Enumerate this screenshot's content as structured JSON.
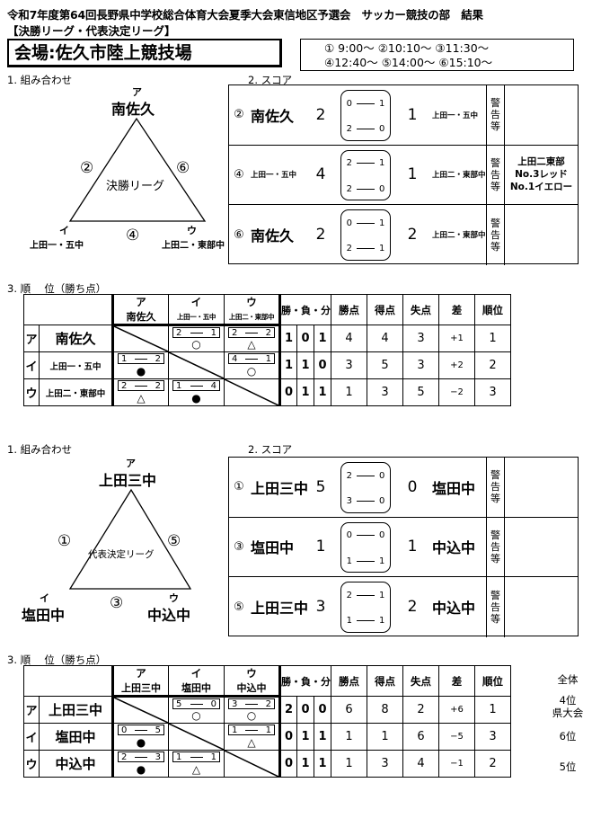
{
  "header": {
    "title": "令和7年度第64回長野県中学校総合体育大会夏季大会東信地区予選会　サッカー競技の部　結果",
    "subtitle": "【決勝リーグ・代表決定リーグ】",
    "venue": "会場:佐久市陸上競技場",
    "times_line1": "①  9:00～  ②10:10～  ③11:30～",
    "times_line2": "④12:40～  ⑤14:00～  ⑥15:10～"
  },
  "league1": {
    "sec_combo": "1. 組み合わせ",
    "sec_score": "2. スコア",
    "sec_rank": "3. 順　 位（勝ち点）",
    "triangle": {
      "label": "決勝リーグ",
      "top_kana": "ア",
      "top_name": "南佐久",
      "left_kana": "イ",
      "left_name": "上田一・五中",
      "right_kana": "ウ",
      "right_name": "上田二・東部中",
      "left_match": "②",
      "right_match": "⑥",
      "bottom_match": "④"
    },
    "matches": [
      {
        "no": "②",
        "home": "南佐久",
        "home_goals": "2",
        "h1": [
          "0",
          "1"
        ],
        "h2": [
          "2",
          "0"
        ],
        "away_goals": "1",
        "away": "上田一・五中",
        "warn": [
          "警",
          "告",
          "等"
        ],
        "note": []
      },
      {
        "no": "④",
        "home": "上田一・五中",
        "home_goals": "4",
        "h1": [
          "2",
          "1"
        ],
        "h2": [
          "2",
          "0"
        ],
        "away_goals": "1",
        "away": "上田二・東部中",
        "warn": [
          "警",
          "告",
          "等"
        ],
        "note": [
          "上田二東部",
          "No.3レッド",
          "No.1イエロー"
        ]
      },
      {
        "no": "⑥",
        "home": "南佐久",
        "home_goals": "2",
        "h1": [
          "0",
          "1"
        ],
        "h2": [
          "2",
          "1"
        ],
        "away_goals": "2",
        "away": "上田二・東部中",
        "warn": [
          "警",
          "告",
          "等"
        ],
        "note": []
      }
    ],
    "rank_headers": [
      "勝・負・分",
      "勝点",
      "得点",
      "失点",
      "差",
      "順位"
    ],
    "col_kana": [
      "ア",
      "イ",
      "ウ"
    ],
    "col_names": [
      "南佐久",
      "上田一・五中",
      "上田二・東部中"
    ],
    "rows": [
      {
        "kana": "ア",
        "name": "南佐久",
        "cells": [
          null,
          {
            "a": "2",
            "b": "1",
            "mark": "○"
          },
          {
            "a": "2",
            "b": "2",
            "mark": "△"
          }
        ],
        "w": "1",
        "l": "0",
        "d": "1",
        "pts": "4",
        "gf": "4",
        "ga": "3",
        "diff": "+1",
        "rank": "1"
      },
      {
        "kana": "イ",
        "name": "上田一・五中",
        "cells": [
          {
            "a": "1",
            "b": "2",
            "mark": "●"
          },
          null,
          {
            "a": "4",
            "b": "1",
            "mark": "○"
          }
        ],
        "w": "1",
        "l": "1",
        "d": "0",
        "pts": "3",
        "gf": "5",
        "ga": "3",
        "diff": "+2",
        "rank": "2"
      },
      {
        "kana": "ウ",
        "name": "上田二・東部中",
        "cells": [
          {
            "a": "2",
            "b": "2",
            "mark": "△"
          },
          {
            "a": "1",
            "b": "4",
            "mark": "●"
          },
          null
        ],
        "w": "0",
        "l": "1",
        "d": "1",
        "pts": "1",
        "gf": "3",
        "ga": "5",
        "diff": "−2",
        "rank": "3"
      }
    ]
  },
  "league2": {
    "sec_combo": "1. 組み合わせ",
    "sec_score": "2. スコア",
    "sec_rank": "3. 順　 位（勝ち点）",
    "triangle": {
      "label": "代表決定リーグ",
      "top_kana": "ア",
      "top_name": "上田三中",
      "left_kana": "イ",
      "left_name": "塩田中",
      "right_kana": "ウ",
      "right_name": "中込中",
      "left_match": "①",
      "right_match": "⑤",
      "bottom_match": "③"
    },
    "matches": [
      {
        "no": "①",
        "home": "上田三中",
        "home_goals": "5",
        "h1": [
          "2",
          "0"
        ],
        "h2": [
          "3",
          "0"
        ],
        "away_goals": "0",
        "away": "塩田中",
        "warn": [
          "警",
          "告",
          "等"
        ],
        "note": []
      },
      {
        "no": "③",
        "home": "塩田中",
        "home_goals": "1",
        "h1": [
          "0",
          "0"
        ],
        "h2": [
          "1",
          "1"
        ],
        "away_goals": "1",
        "away": "中込中",
        "warn": [
          "警",
          "告",
          "等"
        ],
        "note": []
      },
      {
        "no": "⑤",
        "home": "上田三中",
        "home_goals": "3",
        "h1": [
          "2",
          "1"
        ],
        "h2": [
          "1",
          "1"
        ],
        "away_goals": "2",
        "away": "中込中",
        "warn": [
          "警",
          "告",
          "等"
        ],
        "note": []
      }
    ],
    "rank_headers": [
      "勝・負・分",
      "勝点",
      "得点",
      "失点",
      "差",
      "順位"
    ],
    "col_kana": [
      "ア",
      "イ",
      "ウ"
    ],
    "col_names": [
      "上田三中",
      "塩田中",
      "中込中"
    ],
    "rows": [
      {
        "kana": "ア",
        "name": "上田三中",
        "cells": [
          null,
          {
            "a": "5",
            "b": "0",
            "mark": "○"
          },
          {
            "a": "3",
            "b": "2",
            "mark": "○"
          }
        ],
        "w": "2",
        "l": "0",
        "d": "0",
        "pts": "6",
        "gf": "8",
        "ga": "2",
        "diff": "+6",
        "rank": "1"
      },
      {
        "kana": "イ",
        "name": "塩田中",
        "cells": [
          {
            "a": "0",
            "b": "5",
            "mark": "●"
          },
          null,
          {
            "a": "1",
            "b": "1",
            "mark": "△"
          }
        ],
        "w": "0",
        "l": "1",
        "d": "1",
        "pts": "1",
        "gf": "1",
        "ga": "6",
        "diff": "−5",
        "rank": "3"
      },
      {
        "kana": "ウ",
        "name": "中込中",
        "cells": [
          {
            "a": "2",
            "b": "3",
            "mark": "●"
          },
          {
            "a": "1",
            "b": "1",
            "mark": "△"
          },
          null
        ],
        "w": "0",
        "l": "1",
        "d": "1",
        "pts": "1",
        "gf": "3",
        "ga": "4",
        "diff": "−1",
        "rank": "2"
      }
    ],
    "overall_header": "全体",
    "overall": [
      "4位\n県大会",
      "6位",
      "5位"
    ]
  }
}
